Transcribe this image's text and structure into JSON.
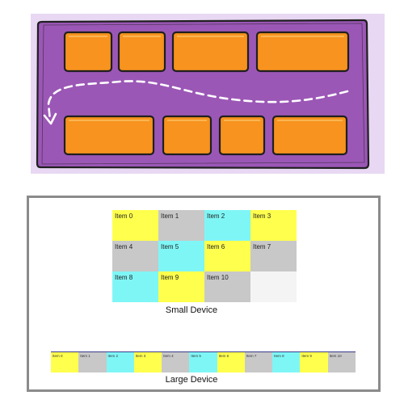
{
  "illustration": {
    "colors": {
      "container": "#9b57b6",
      "box": "#f7931e",
      "background": "#e8d8f3",
      "outline": "#1f1f1f"
    },
    "wrap_arrow_icon": "dashed-wrap-arrow"
  },
  "small_device": {
    "caption": "Small Device",
    "items": [
      {
        "label": "Item 0",
        "color": "#ffff4d"
      },
      {
        "label": "Item 1",
        "color": "#c8c8c8"
      },
      {
        "label": "Item 2",
        "color": "#7ff6f6"
      },
      {
        "label": "Item 3",
        "color": "#ffff4d"
      },
      {
        "label": "Item 4",
        "color": "#c8c8c8"
      },
      {
        "label": "Item 5",
        "color": "#7ff6f6"
      },
      {
        "label": "Item 6",
        "color": "#ffff4d"
      },
      {
        "label": "Item 7",
        "color": "#c8c8c8"
      },
      {
        "label": "Item 8",
        "color": "#7ff6f6"
      },
      {
        "label": "Item 9",
        "color": "#ffff4d"
      },
      {
        "label": "Item 10",
        "color": "#c8c8c8"
      }
    ]
  },
  "large_device": {
    "caption": "Large Device",
    "items": [
      {
        "label": "Item 0",
        "color": "#ffff4d"
      },
      {
        "label": "Item 1",
        "color": "#c8c8c8"
      },
      {
        "label": "Item 2",
        "color": "#7ff6f6"
      },
      {
        "label": "Item 3",
        "color": "#ffff4d"
      },
      {
        "label": "Item 4",
        "color": "#c8c8c8"
      },
      {
        "label": "Item 5",
        "color": "#7ff6f6"
      },
      {
        "label": "Item 6",
        "color": "#ffff4d"
      },
      {
        "label": "Item 7",
        "color": "#c8c8c8"
      },
      {
        "label": "Item 8",
        "color": "#7ff6f6"
      },
      {
        "label": "Item 9",
        "color": "#ffff4d"
      },
      {
        "label": "Item 10",
        "color": "#c8c8c8"
      }
    ]
  }
}
